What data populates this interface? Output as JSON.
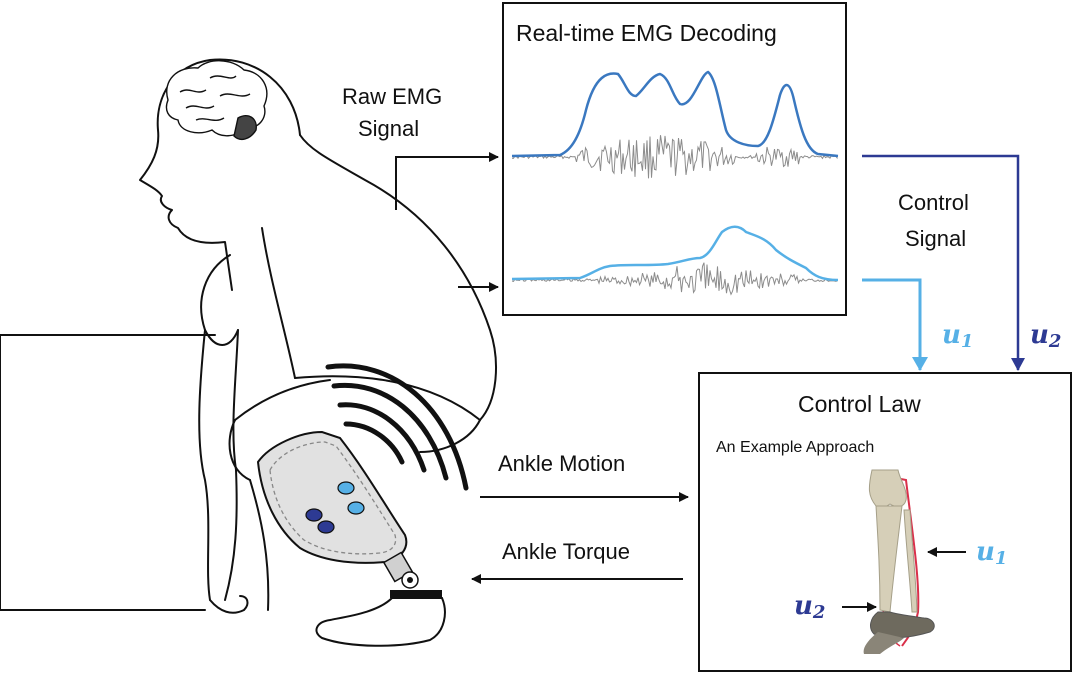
{
  "labels": {
    "raw_emg_line1": "Raw EMG",
    "raw_emg_line2": "Signal",
    "decoding_title": "Real-time EMG Decoding",
    "control_signal_line1": "Control",
    "control_signal_line2": "Signal",
    "control_law_title": "Control Law",
    "example_approach": "An Example Approach",
    "ankle_motion": "Ankle Motion",
    "ankle_torque": "Ankle Torque"
  },
  "variables": {
    "u1": "u",
    "u1_sub": "1",
    "u2": "u",
    "u2_sub": "2"
  },
  "colors": {
    "line": "#111111",
    "emg_raw": "#8c8c8c",
    "envelope_dark": "#3a78c0",
    "envelope_light": "#56b0e6",
    "u1": "#56b0e6",
    "u2": "#2d3a93",
    "muscle": "#d9304a",
    "bone": "#d6cfb8",
    "prosthesis": "#e1e1e1",
    "sensor_light": "#56b0e6",
    "sensor_dark": "#2d3a93"
  },
  "icons": {
    "person": "seated-person-icon",
    "brain": "brain-icon",
    "prosthesis": "prosthetic-leg-icon",
    "wireless": "wireless-signal-icon",
    "leg_bones": "leg-bones-icon"
  }
}
